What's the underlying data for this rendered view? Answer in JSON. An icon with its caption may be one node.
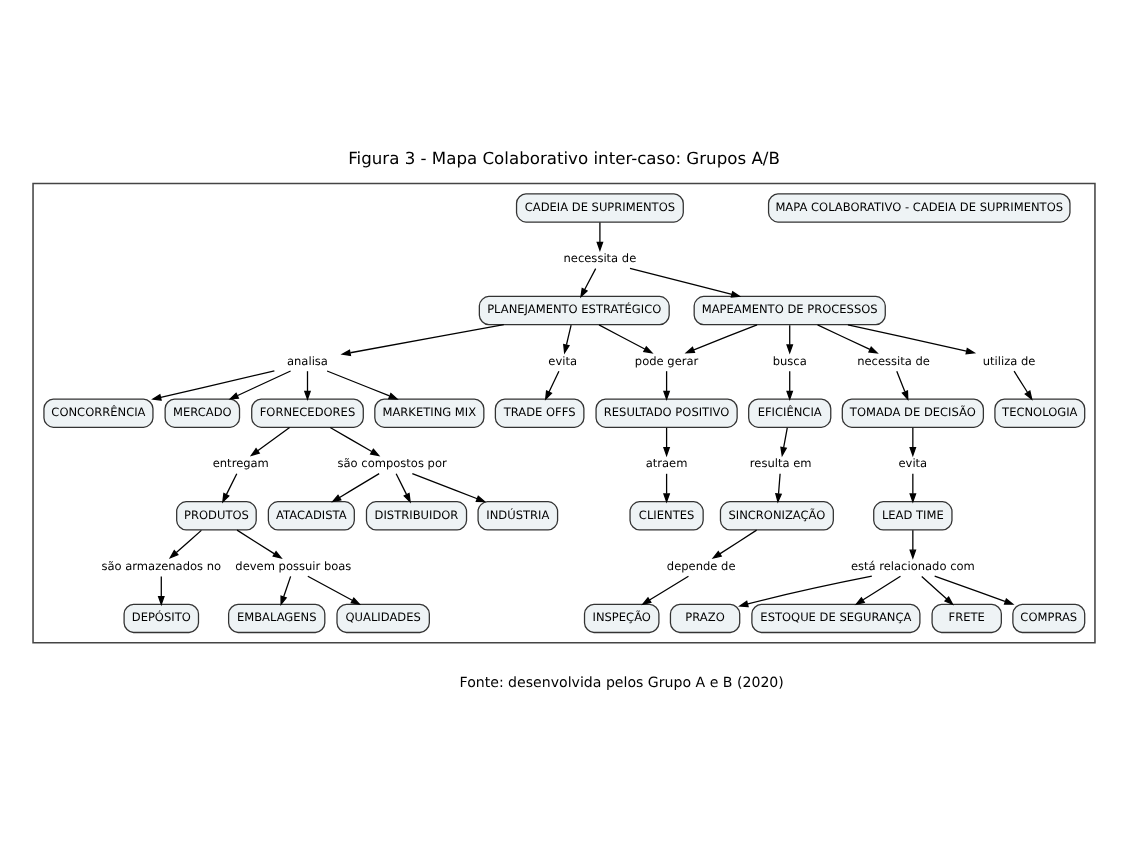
{
  "diagram": {
    "title": "Figura 3 - Mapa Colaborativo inter-caso: Grupos A/B",
    "caption": "Fonte: desenvolvida pelos Grupo A e B (2020)",
    "nodes": [
      {
        "text": [],
        "shape": "box"
      },
      {
        "text": [
          "MAPA COLABORATIVO - CADEIA DE SUPRIMENTOS"
        ],
        "in": 0
      },
      {
        "text": [
          "CADEIA DE SUPRIMENTOS"
        ],
        "in": 0
      },
      {
        "text": [
          "necessita de"
        ],
        "in": 0
      },
      {
        "text": [
          "PLANEJAMENTO ESTRATÉGICO"
        ],
        "in": 0
      },
      {
        "text": [
          "MAPEAMENTO DE PROCESSOS"
        ],
        "in": 0
      },
      {
        "text": [
          "analisa"
        ],
        "in": 0
      },
      {
        "text": [
          "evita"
        ],
        "in": 0
      },
      {
        "text": [
          "pode gerar"
        ],
        "in": 0
      },
      {
        "text": [
          "busca"
        ],
        "in": 0
      },
      {
        "text": [
          "necessita de"
        ],
        "in": 0
      },
      {
        "text": [
          "utiliza de"
        ],
        "in": 0
      },
      {
        "text": [
          "CONCORRÊNCIA"
        ],
        "in": 0
      },
      {
        "text": [
          "MERCADO"
        ],
        "in": 0
      },
      {
        "text": [
          "FORNECEDORES"
        ],
        "in": 0
      },
      {
        "text": [
          "MARKETING MIX"
        ],
        "in": 0
      },
      {
        "text": [
          "TRADE OFFS"
        ],
        "in": 0
      },
      {
        "text": [
          "RESULTADO POSITIVO"
        ],
        "in": 0
      },
      {
        "text": [
          "EFICIÊNCIA"
        ],
        "in": 0
      },
      {
        "text": [
          "TOMADA DE DECISÃO"
        ],
        "in": 0
      },
      {
        "text": [
          "TECNOLOGIA"
        ],
        "in": 0
      },
      {
        "text": [
          "entregam"
        ],
        "in": 0
      },
      {
        "text": [
          "são compostos por"
        ],
        "in": 0
      },
      {
        "text": [
          "atraem"
        ],
        "in": 0
      },
      {
        "text": [
          "resulta em"
        ],
        "in": 0
      },
      {
        "text": [
          "evita"
        ],
        "in": 0
      },
      {
        "text": [
          "PRODUTOS"
        ],
        "in": 0
      },
      {
        "text": [
          "ATACADISTA"
        ],
        "in": 0
      },
      {
        "text": [
          "DISTRIBUIDOR"
        ],
        "in": 0
      },
      {
        "text": [
          "INDÚSTRIA"
        ],
        "in": 0
      },
      {
        "text": [
          "CLIENTES"
        ],
        "in": 0
      },
      {
        "text": [
          "SINCRONIZAÇÃO"
        ],
        "in": 0
      },
      {
        "text": [
          "LEAD TIME"
        ],
        "in": 0
      },
      {
        "text": [
          "são armazenados no"
        ],
        "in": 0
      },
      {
        "text": [
          "devem possuir boas"
        ],
        "in": 0
      },
      {
        "text": [
          "depende de"
        ],
        "in": 0
      },
      {
        "text": [
          "está relacionado com"
        ],
        "in": 0
      },
      {
        "text": [
          "DEPÓSITO"
        ],
        "in": 0
      },
      {
        "text": [
          "EMBALAGENS"
        ],
        "in": 0
      },
      {
        "text": [
          "QUALIDADES"
        ],
        "in": 0
      },
      {
        "text": [
          "INSPEÇÃO"
        ],
        "in": 0
      },
      {
        "text": [
          "PRAZO"
        ],
        "in": 0
      },
      {
        "text": [
          "ESTOQUE DE SEGURANÇA"
        ],
        "in": 0
      },
      {
        "text": [
          "FRETE"
        ],
        "in": 0
      },
      {
        "text": [
          "COMPRAS"
        ],
        "in": 0
      }
    ],
    "edges": [
      {
        "from": 2,
        "to": 3,
        "arrow": "to"
      },
      {
        "from": 3,
        "to": 4,
        "arrow": "to"
      },
      {
        "from": 3,
        "to": 5,
        "arrow": "to"
      },
      {
        "from": 4,
        "to": 6,
        "arrow": "to"
      },
      {
        "from": 4,
        "to": 7,
        "arrow": "to"
      },
      {
        "from": 4,
        "to": 8,
        "arrow": "to"
      },
      {
        "from": 5,
        "to": 8,
        "arrow": "to"
      },
      {
        "from": 5,
        "to": 9,
        "arrow": "to"
      },
      {
        "from": 5,
        "to": 10,
        "arrow": "to"
      },
      {
        "from": 5,
        "to": 11,
        "arrow": "to"
      },
      {
        "from": 6,
        "to": 12,
        "arrow": "to"
      },
      {
        "from": 6,
        "to": 13,
        "arrow": "to"
      },
      {
        "from": 6,
        "to": 14,
        "arrow": "to"
      },
      {
        "from": 6,
        "to": 15,
        "arrow": "to"
      },
      {
        "from": 7,
        "to": 16,
        "arrow": "to"
      },
      {
        "from": 8,
        "to": 17,
        "arrow": "to"
      },
      {
        "from": 9,
        "to": 18,
        "arrow": "to"
      },
      {
        "from": 10,
        "to": 19,
        "arrow": "to"
      },
      {
        "from": 11,
        "to": 20,
        "arrow": "to"
      },
      {
        "from": 14,
        "to": 21,
        "arrow": "to"
      },
      {
        "from": 14,
        "to": 22,
        "arrow": "to"
      },
      {
        "from": 17,
        "to": 23,
        "arrow": "to"
      },
      {
        "from": 18,
        "to": 24,
        "arrow": "to"
      },
      {
        "from": 19,
        "to": 25,
        "arrow": "to"
      },
      {
        "from": 21,
        "to": 26,
        "arrow": "to"
      },
      {
        "from": 22,
        "to": 27,
        "arrow": "to"
      },
      {
        "from": 22,
        "to": 28,
        "arrow": "to"
      },
      {
        "from": 22,
        "to": 29,
        "arrow": "to"
      },
      {
        "from": 23,
        "to": 30,
        "arrow": "to"
      },
      {
        "from": 24,
        "to": 31,
        "arrow": "to"
      },
      {
        "from": 25,
        "to": 32,
        "arrow": "to"
      },
      {
        "from": 26,
        "to": 33,
        "arrow": "to"
      },
      {
        "from": 26,
        "to": 34,
        "arrow": "to"
      },
      {
        "from": 31,
        "to": 35,
        "arrow": "to"
      },
      {
        "from": 32,
        "to": 36,
        "arrow": "to"
      },
      {
        "from": 33,
        "to": 37,
        "arrow": "to"
      },
      {
        "from": 34,
        "to": 38,
        "arrow": "to"
      },
      {
        "from": 34,
        "to": 39,
        "arrow": "to"
      },
      {
        "from": 35,
        "to": 40,
        "arrow": "to"
      },
      {
        "from": 36,
        "to": 41,
        "arrow": "to"
      },
      {
        "from": 36,
        "to": 42,
        "arrow": "to"
      },
      {
        "from": 36,
        "to": 43,
        "arrow": "to"
      },
      {
        "from": 36,
        "to": 44,
        "arrow": "to"
      }
    ]
  }
}
